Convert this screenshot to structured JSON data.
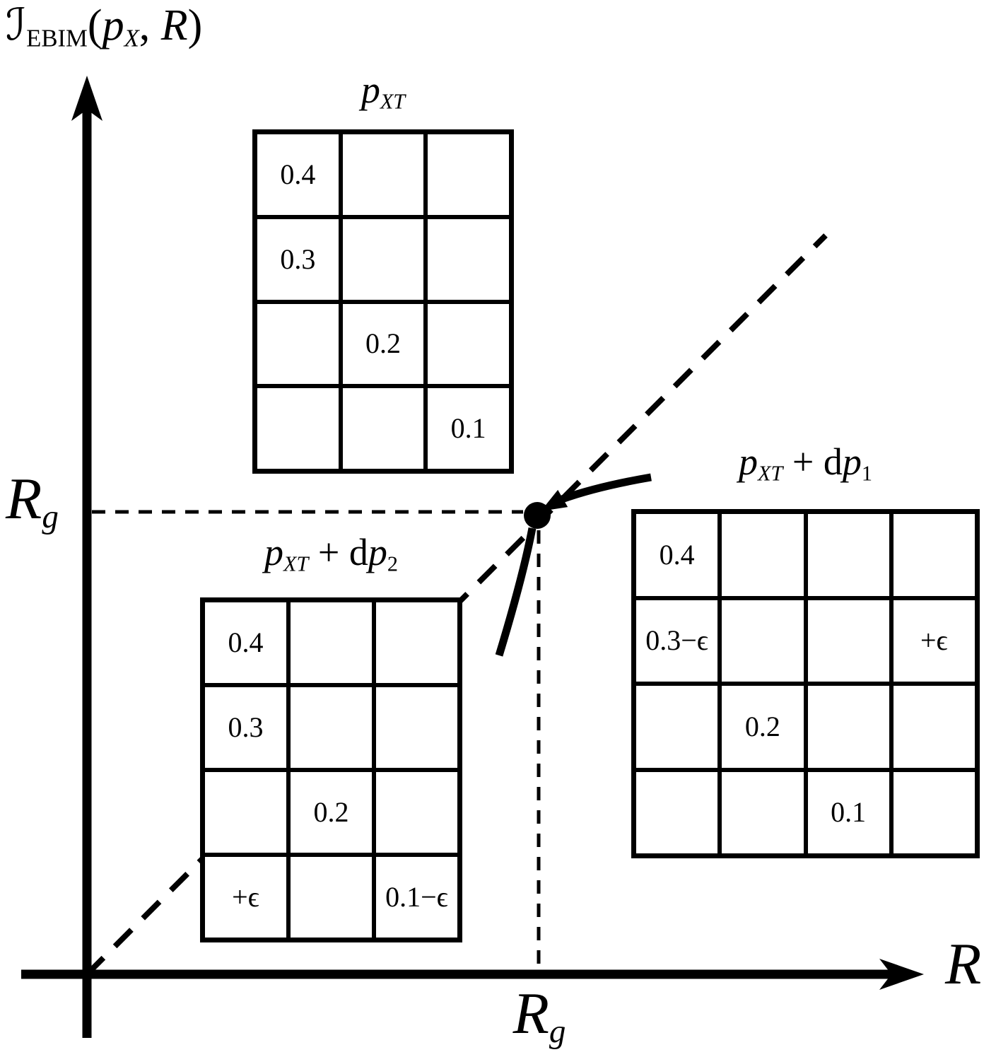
{
  "colors": {
    "ink": "#000000",
    "background": "#ffffff"
  },
  "y_axis_title": {
    "script_I": "ℐ",
    "sub": "EBIM",
    "open": "(",
    "p": "p",
    "p_sub": "X",
    "comma": ", ",
    "R": "R",
    "close": ")"
  },
  "axis_labels": {
    "y_gate": {
      "R": "R",
      "sub": "g"
    },
    "x_gate": {
      "R": "R",
      "sub": "g"
    },
    "x_axis": "R"
  },
  "matrices": {
    "pxt": {
      "title": {
        "p": "p",
        "sub": "XT"
      },
      "cells": [
        [
          "0.4",
          "",
          ""
        ],
        [
          "0.3",
          "",
          ""
        ],
        [
          "",
          "0.2",
          ""
        ],
        [
          "",
          "",
          "0.1"
        ]
      ]
    },
    "dp1": {
      "title": {
        "p": "p",
        "sub": "XT",
        "plus": " + ",
        "d": "d",
        "p2": "p",
        "sub2": "1"
      },
      "cells": [
        [
          "0.4",
          "",
          "",
          ""
        ],
        [
          "0.3−ϵ",
          "",
          "",
          "+ϵ"
        ],
        [
          "",
          "0.2",
          "",
          ""
        ],
        [
          "",
          "",
          "0.1",
          ""
        ]
      ]
    },
    "dp2": {
      "title": {
        "p": "p",
        "sub": "XT",
        "plus": " + ",
        "d": "d",
        "p2": "p",
        "sub2": "2"
      },
      "cells": [
        [
          "0.4",
          "",
          ""
        ],
        [
          "0.3",
          "",
          ""
        ],
        [
          "",
          "0.2",
          ""
        ],
        [
          "+ϵ",
          "",
          "0.1−ϵ"
        ]
      ]
    }
  }
}
